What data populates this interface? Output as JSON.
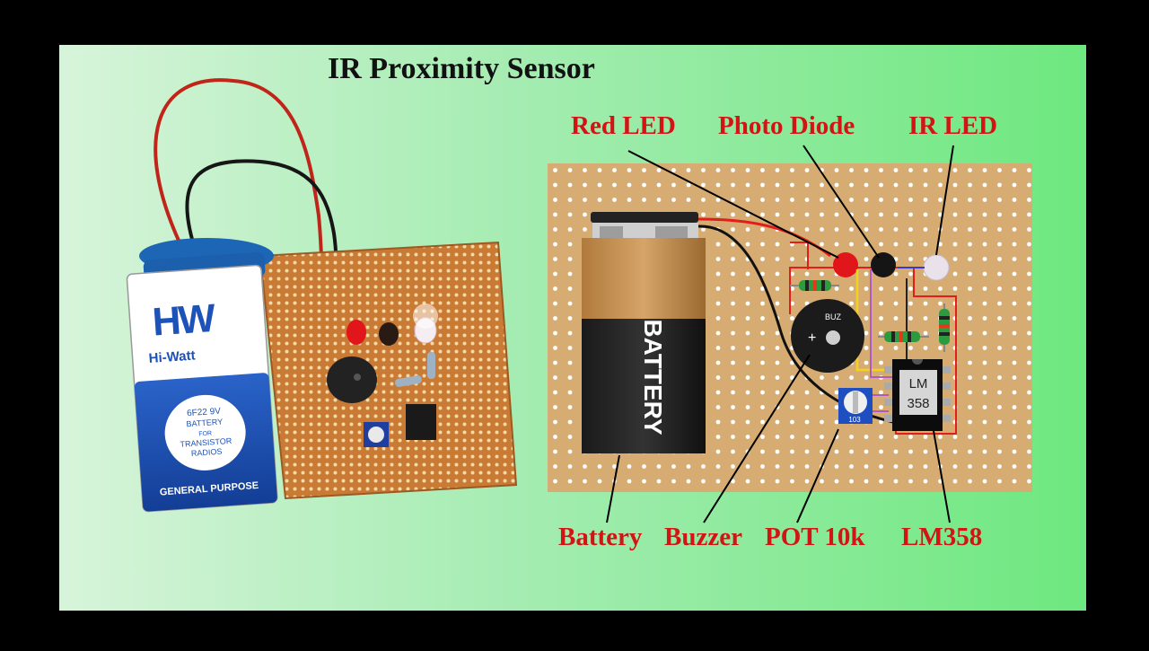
{
  "title": "IR Proximity Sensor",
  "labels": {
    "red_led": "Red LED",
    "photo_diode": "Photo Diode",
    "ir_led": "IR LED",
    "battery": "Battery",
    "buzzer": "Buzzer",
    "pot": "POT 10k",
    "lm358": "LM358"
  },
  "photo_battery": {
    "brand_logo": "HW",
    "brand_name": "Hi-Watt",
    "spec_line1": "6F22 9V",
    "spec_line2": "BATTERY",
    "spec_line3": "FOR",
    "spec_line4": "TRANSISTOR",
    "spec_line5": "RADIOS",
    "footer": "GENERAL PURPOSE"
  },
  "diagram": {
    "battery_text": "BATTERY",
    "buzzer_text": "BUZ",
    "ic_line1": "LM",
    "ic_line2": "358",
    "pot_code": "103"
  },
  "colors": {
    "background_green": "#7be58c",
    "label_red": "#d21414",
    "board_brown": "#d7ac72"
  }
}
